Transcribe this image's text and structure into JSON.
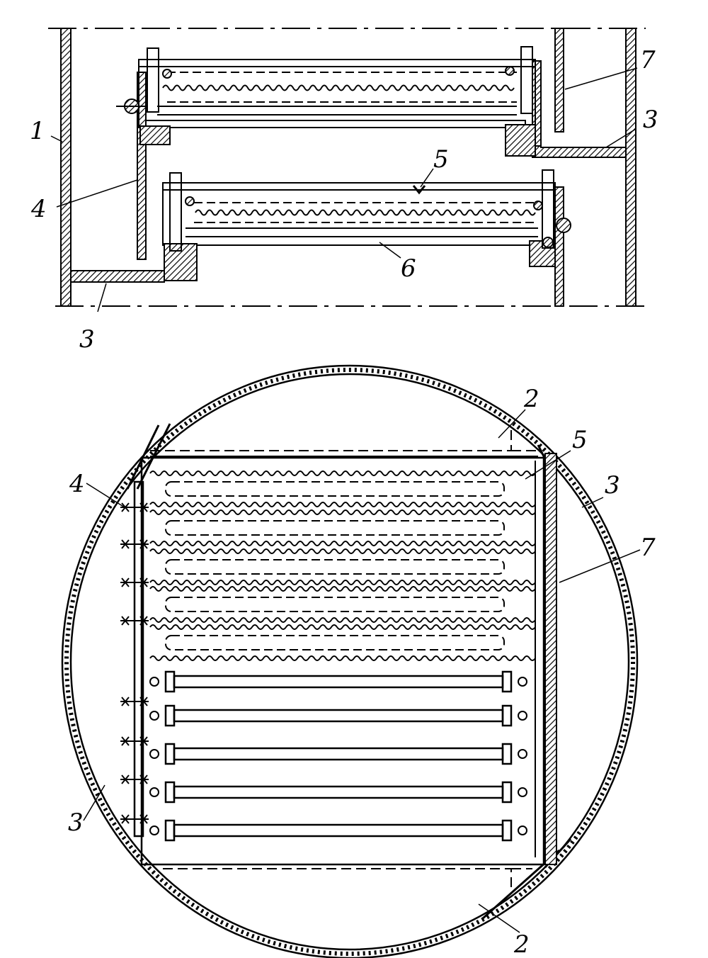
{
  "diagram": {
    "ink_color": "#000000",
    "background_color": "#ffffff",
    "section_view": {
      "labels": {
        "shell": "1",
        "baffle_left": "3",
        "baffle_right": "3",
        "downcomer_left": "4",
        "clamp": "5",
        "bottom_grid": "6",
        "downcomer_right": "7"
      }
    },
    "plan_view": {
      "labels": {
        "segment_top": "2",
        "clamp": "5",
        "downcomer_left": "4",
        "baffle_right": "3",
        "downcomer_right": "7",
        "baffle_left": "3",
        "segment_bottom": "2"
      }
    }
  }
}
